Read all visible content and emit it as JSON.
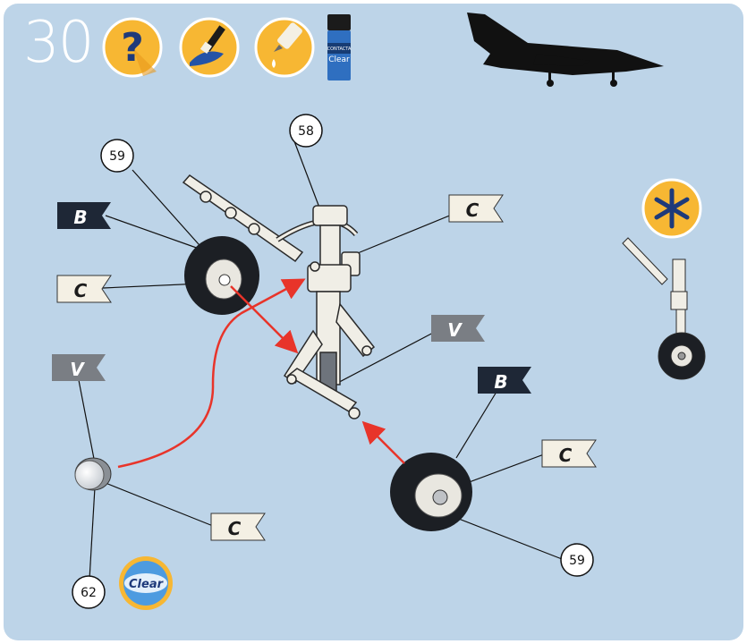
{
  "step": {
    "number": "30"
  },
  "paint_bottle": {
    "brand": "CONTACTA",
    "name": "Clear"
  },
  "clear_badge": {
    "label": "Clear"
  },
  "callouts": {
    "part_58": "58",
    "part_59_left": "59",
    "part_59_right": "59",
    "part_62": "62"
  },
  "flags": {
    "left_b": "B",
    "left_c": "C",
    "left_v": "V",
    "lower_c": "C",
    "top_right_c": "C",
    "mid_v": "V",
    "right_b": "B",
    "right_c": "C"
  },
  "icons": [
    "question-icon",
    "paintbrush-icon",
    "glue-icon",
    "paint-bottle-icon",
    "aircraft-silhouette-icon",
    "asterisk-icon"
  ],
  "colors": {
    "panel": "#bdd4e8",
    "badge_orange": "#f7b733",
    "arrow_red": "#e8342a",
    "flag_dark": "#1e2736",
    "flag_grey": "#7a7e84",
    "flag_white": "#f4f0e4"
  }
}
